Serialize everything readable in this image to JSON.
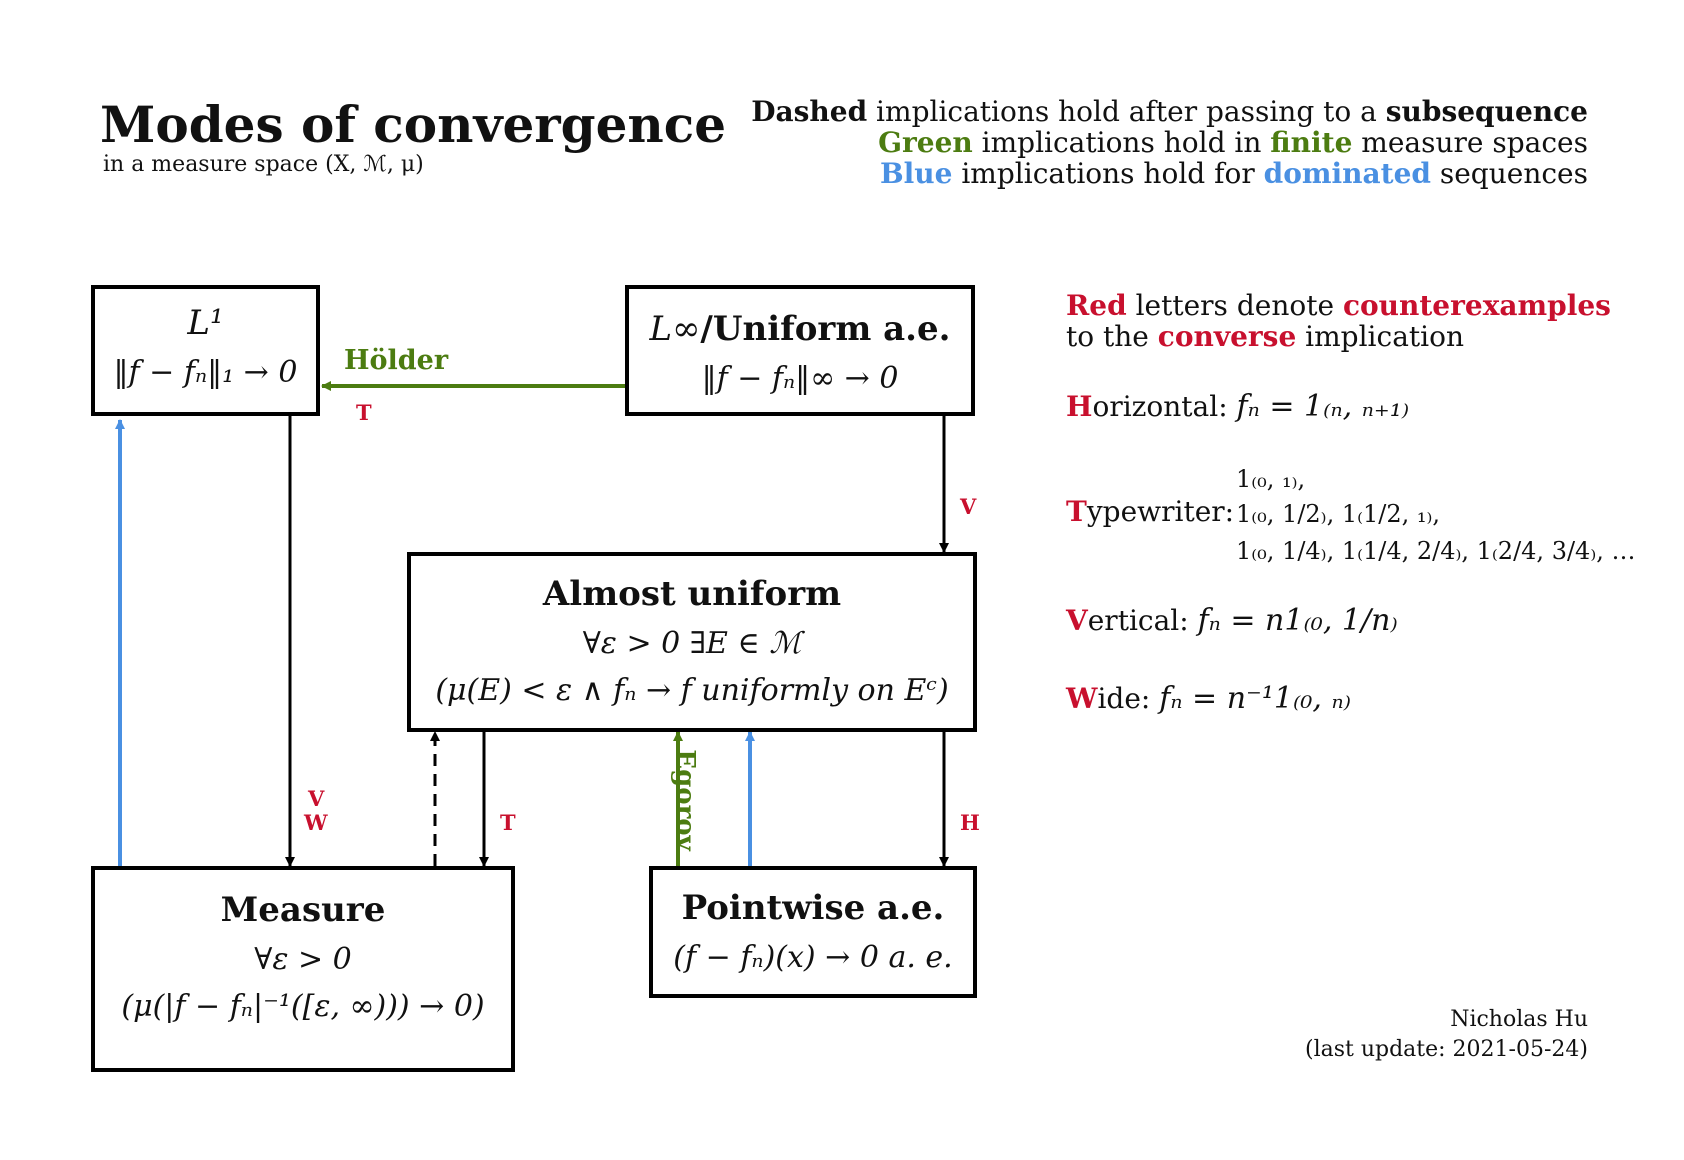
{
  "title": "Modes of convergence",
  "subtitle": "in a measure space (X, ℳ, μ)",
  "legend": {
    "dashed_word": "Dashed",
    "dashed_text": " implications hold after passing to a ",
    "subsequence_word": "subsequence",
    "green_word": "Green",
    "green_text": " implications hold in ",
    "finite_word": "finite",
    "green_tail": " measure spaces",
    "blue_word": "Blue",
    "blue_text": " implications hold for ",
    "dominated_word": "dominated",
    "blue_tail": " sequences"
  },
  "boxes": {
    "l1": {
      "title": "L¹",
      "formula": "‖f − fₙ‖₁ → 0"
    },
    "linf": {
      "title_math": "L∞",
      "title_text": "/Uniform a.e.",
      "formula": "‖f − fₙ‖∞ → 0"
    },
    "almost": {
      "title": "Almost uniform",
      "line1": "∀ε > 0 ∃E ∈ ℳ",
      "line2": "(μ(E) < ε ∧ fₙ → f uniformly on Eᶜ)"
    },
    "measure": {
      "title": "Measure",
      "line1": "∀ε > 0",
      "line2": "(μ(|f − fₙ|⁻¹([ε, ∞))) → 0)"
    },
    "pointwise": {
      "title": "Pointwise a.e.",
      "formula": "(f − fₙ)(x) → 0 a. e."
    }
  },
  "edge_labels": {
    "holder": "Hölder",
    "egorov": "Egorov",
    "t_l1": "T",
    "v_linf": "V",
    "v_measure": "V",
    "w_measure": "W",
    "t_almost": "T",
    "h_pointwise": "H"
  },
  "colors": {
    "green": "#4c7c11",
    "blue": "#4a90e2",
    "red": "#c8102e",
    "black": "#000000"
  },
  "counterexamples": {
    "intro_red": "Red",
    "intro_text": " letters denote ",
    "intro_counter": "counterexamples",
    "intro_line2_a": "to the ",
    "intro_converse": "converse",
    "intro_line2_b": " implication",
    "horizontal_letter": "H",
    "horizontal_rest": "orizontal: ",
    "horizontal_formula": "fₙ = 1₍ₙ, ₙ₊₁₎",
    "typewriter_letter": "T",
    "typewriter_rest": "ypewriter: ",
    "typewriter_line1": "1₍₀, ₁₎,",
    "typewriter_line2": "1₍₀, 1/2₎, 1₍1/2, ₁₎,",
    "typewriter_line3": "1₍₀, 1/4₎, 1₍1/4, 2/4₎, 1₍2/4, 3/4₎, …",
    "vertical_letter": "V",
    "vertical_rest": "ertical: ",
    "vertical_formula": "fₙ = n1₍₀, 1/n₎",
    "wide_letter": "W",
    "wide_rest": "ide: ",
    "wide_formula": "fₙ = n⁻¹1₍₀, ₙ₎"
  },
  "credit": {
    "author": "Nicholas Hu",
    "updated": "(last update: 2021-05-24)"
  }
}
